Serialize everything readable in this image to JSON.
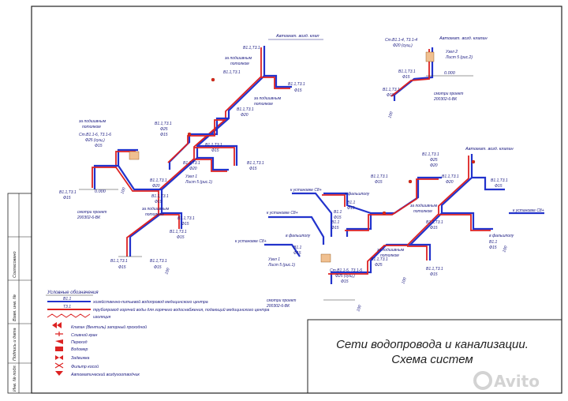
{
  "title": {
    "line1": "Сети водопровода и канализации.",
    "line2": "Схема систем"
  },
  "side_stamp": {
    "cells": [
      "Согласовано",
      "Взам. инв. №",
      "Подпись и дата",
      "Инв. № подл."
    ]
  },
  "legend": {
    "heading": "Условные обозначения",
    "lines": [
      {
        "code": "В1.1",
        "text": "хозяйственно-питьевой водопровод медицинского центра",
        "color": "#2233cc"
      },
      {
        "code": "Т3.1",
        "text": "трубопровод горячей воды для горячего водоснабжения, подающий медицинского центра",
        "color": "#dd2222"
      },
      {
        "code": "",
        "text": "изоляция",
        "color": "#dd2222"
      }
    ],
    "symbols": [
      {
        "text": "Клапан (Вентиль) запорный проходной",
        "icon": "valve-icon"
      },
      {
        "text": "Сливной кран",
        "icon": "drain-tap-icon"
      },
      {
        "text": "Переход",
        "icon": "reducer-icon"
      },
      {
        "text": "Водомер",
        "icon": "water-meter-icon"
      },
      {
        "text": "Задвижка",
        "icon": "gate-valve-icon"
      },
      {
        "text": "Фильтр косой",
        "icon": "strainer-icon"
      },
      {
        "text": "Автоматический воздухоотводчик",
        "icon": "air-vent-icon"
      }
    ]
  },
  "labels": {
    "avt_klap": "Автомат. возд. клап",
    "avt_klapan": "Автомат. возд. клапан",
    "pod_potolkom": "за подшивным",
    "potolkom": "потолком",
    "b11t31": "В1.1,Т3.1",
    "b11t31b": "В1.1,Т3.1",
    "b11": "В1.1",
    "t31": "Т3.1",
    "d15": "Ф15",
    "d20": "Ф20",
    "d25": "Ф25",
    "d25sush": "Ф25 (сущ.)",
    "d20sush": "Ф20 (сущ.)",
    "st11_6": "Ст.В1.1-6, Т3.1-6",
    "st11_4": "Ст.В1.1-4, Т3.1-4",
    "st11_5": "Ст.В1.1-5, Т3.1-5",
    "uzel1": "Узел 1",
    "list5_1": "Лист 5 (рис.1)",
    "uzel2": "Узел 2",
    "list5_2": "Лист 5 (рис.2)",
    "mark000": "0.000",
    "smotri": "смотри проект",
    "proekt": "200302-6-ВК",
    "k_ustanovke": "к установке С8+",
    "v_falshpolu": "в фальшполу",
    "hundred": "100"
  },
  "watermark": "Avito"
}
